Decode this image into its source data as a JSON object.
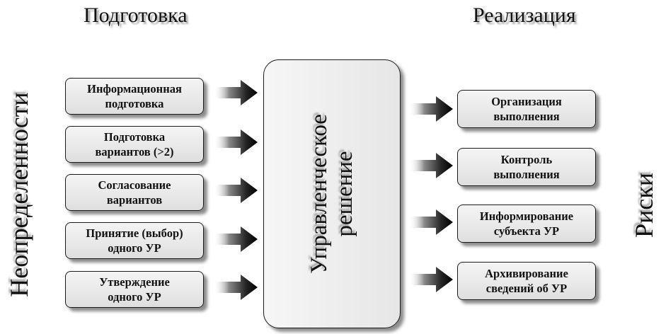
{
  "headings": {
    "preparation": "Подготовка",
    "implementation": "Реализация"
  },
  "side_labels": {
    "left": "Неопределенности",
    "right": "Риски"
  },
  "center": {
    "label": "Управленческое\nрешение"
  },
  "left_steps": [
    "Информационная\nподготовка",
    "Подготовка\nвариантов (>2)",
    "Согласование\nвариантов",
    "Принятие (выбор)\nодного УР",
    "Утверждение\nодного УР"
  ],
  "right_steps": [
    "Организация\nвыполнения",
    "Контроль\nвыполнения",
    "Информирование\nсубъекта УР",
    "Архивирование\nсведений об УР"
  ],
  "colors": {
    "border": "#1a1a1a",
    "box_fill": "#e8e8e8",
    "arrow_dark": "#111111"
  }
}
